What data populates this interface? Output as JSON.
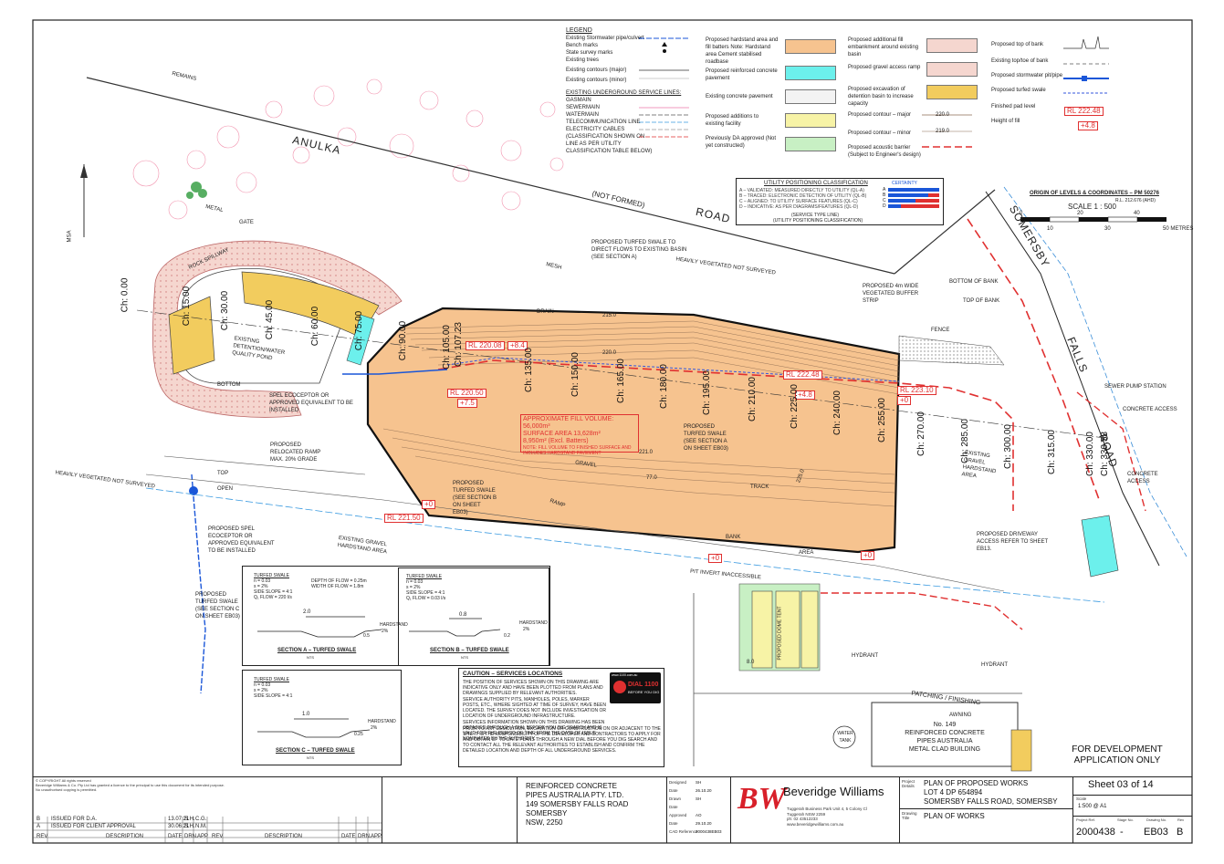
{
  "plan": {
    "road_anulka": "ANULKA",
    "road_not_formed": "(NOT FORMED)",
    "road_road": "ROAD",
    "somersby": "SOMERSBY",
    "falls": "FALLS",
    "road2": "ROAD",
    "msa": "MSA",
    "remains": "REMAINS",
    "rock_spillway": "ROCK SPILLWAY",
    "gate": "GATE",
    "metal": "METAL",
    "fence": "FENCE",
    "mesh": "MESH",
    "heavily_veg": "HEAVILY VEGETATED NOT SURVEYED",
    "heavily_veg_left": "HEAVILY VEGETATED NOT SURVEYED",
    "existing_detention": "EXISTING DETENTION/WATER QUALITY POND",
    "drain": "DRAIN",
    "bottom": "BOTTOM",
    "top": "TOP",
    "open": "OPEN",
    "gravel": "GRAVEL",
    "track": "TRACK",
    "ramp": "RAMP",
    "bank": "BANK",
    "area": "AREA",
    "existing_gravel_hardstand": "EXISTING GRAVEL HARDSTAND AREA",
    "existing_gravel_hardstand2": "EXISTING GRAVEL HARDSTAND AREA",
    "hydrant": "HYDRANT",
    "hydrant2": "HYDRANT",
    "sewer_pump": "SEWER PUMP STATION",
    "concrete_access": "CONCRETE ACCESS",
    "concrete_access2": "CONCRETE ACCESS",
    "bottom_of_bank": "BOTTOM OF BANK",
    "top_of_bank": "TOP OF BANK",
    "pit_invert": "PIT INVERT INACCESSIBLE",
    "patching": "PATCHING / FINISHING",
    "awning": "AWNING",
    "water_tank": "WATER TANK",
    "building_no": "No. 149",
    "building_l2": "REINFORCED CONCRETE",
    "building_l3": "PIPES AUSTRALIA",
    "building_l4": "METAL CLAD BUILDING",
    "proposed_dome_tent": "PROPOSED DOME TENT",
    "dim_8": "8.0",
    "proposed_swale_note": "PROPOSED TURFED SWALE TO DIRECT FLOWS TO EXISTING BASIN (SEE SECTION A)",
    "buffer_strip": "PROPOSED 4m WIDE VEGETATED BUFFER STRIP",
    "spel1": "SPEL ECOCEPTOR OR APPROVED EQUIVALENT TO BE INSTALLED",
    "relocated_ramp": "PROPOSED RELOCATED RAMP MAX. 20% GRADE",
    "spel2": "PROPOSED SPEL ECOCEPTOR OR APPROVED EQUIVALENT TO BE INSTALLED",
    "swale_c": "PROPOSED TURFED SWALE (SEE SECTION C ON SHEET EB03)",
    "swale_b": "PROPOSED TURFED SWALE (SEE SECTION B ON SHEET EB03)",
    "swale_a": "PROPOSED TURFED SWALE (SEE SECTION A ON SHEET EB03)",
    "driveway": "PROPOSED DRIVEWAY ACCESS REFER TO SHEET EB13.",
    "fill_volume": "APPROXIMATE FILL VOLUME: 56,000m³",
    "surface_area": "SURFACE AREA 13,628m²",
    "excl": "8,950m² (Excl. Batters)",
    "fill_note": "NOTE: FILL VOLUME TO FINISHED SURFACE AND INCLUDES HARDSTAND PAVEMENT",
    "rl_220_08": "RL 220.08",
    "rl_220_50": "RL 220.50",
    "rl_222_48": "RL 222.48",
    "rl_223_10": "RL 223.10",
    "rl_221_50": "RL 221.50",
    "h_8_4": "+8.4",
    "h_7_5": "+7.5",
    "h_4_8": "+4.8",
    "h_0a": "+0",
    "h_0b": "+0",
    "h_0c": "+0",
    "h_0d": "+0",
    "contour_215": "215.0",
    "contour_220": "220.0",
    "contour_225": "225.0",
    "contour_221": "221.0",
    "contour_77": "77.0",
    "ch": [
      "Ch: 0.00",
      "Ch: 15.00",
      "Ch: 30.00",
      "Ch: 45.00",
      "Ch: 60.00",
      "Ch: 75.00",
      "Ch: 90.00",
      "Ch: 105.00",
      "Ch: 107.23",
      "Ch: 135.00",
      "Ch: 150.00",
      "Ch: 165.00",
      "Ch: 180.00",
      "Ch: 195.00",
      "Ch: 210.00",
      "Ch: 225.00",
      "Ch: 240.00",
      "Ch: 255.00",
      "Ch: 270.00",
      "Ch: 285.00",
      "Ch: 300.00",
      "Ch: 315.00",
      "Ch: 330.00",
      "Ch: 330.58"
    ]
  },
  "legend": {
    "title": "LEGEND",
    "items": [
      "Existing Stormwater pipe/culvert",
      "Bench marks",
      "State survey marks",
      "Existing trees",
      "Existing contours (major)",
      "Existing contours (minor)"
    ],
    "services_title": "EXISTING UNDERGROUND SERVICE LINES:",
    "services": [
      "GASMAIN",
      "SEWERMAIN",
      "WATERMAIN",
      "TELECOMMUNICATION LINE",
      "ELECTRICITY CABLES"
    ],
    "services_note": "(CLASSIFICATION SHOWN ON LINE AS PER UTILITY CLASSIFICATION TABLE BELOW)",
    "col2": [
      "Proposed hardstand area and fill batters Note: Hardstand area Cement stabilised roadbase",
      "Proposed reinforced concrete pavement",
      "Existing concrete pavement",
      "Proposed additions to existing facility",
      "Previously DA approved (Not yet constructed)"
    ],
    "col3": [
      "Proposed additional fill embankment around existing basin",
      "Proposed gravel access ramp",
      "Proposed excavation of detention basin to increase capacity",
      "Proposed contour – major",
      "Proposed contour – minor",
      "Proposed acoustic barrier (Subject to Engineer's design)"
    ],
    "contour_major_val": "220.0",
    "contour_minor_val": "219.0",
    "col4": [
      "Proposed top of bank",
      "Existing top/toe of bank",
      "Proposed stormwater pit/pipe",
      "Proposed turfed swale",
      "Finished pad level",
      "Height of fill"
    ],
    "pad_level": "RL 222.48",
    "fill_height": "+4.8"
  },
  "utility": {
    "title": "UTILITY POSITIONING CLASSIFICATION",
    "certainty": "CERTAINTY",
    "rows": [
      "A – VALIDATED: MEASURED DIRECTLY TO UTILITY (QL-A)",
      "B – TRACED: ELECTRONIC DETECTION OF UTILITY (QL-B)",
      "C – ALIGNED: TO UTILITY SURFACE FEATURES (QL-C)",
      "D – INDICATIVE: AS PER DIAGRAMS/FEATURES (QL-D)"
    ],
    "codes": [
      "A",
      "B",
      "C",
      "D"
    ],
    "foot1": "(SERVICE TYPE LINE)",
    "foot2": "(UTILITY POSITIONING CLASSIFICATION)"
  },
  "scale": {
    "origin": "ORIGIN OF LEVELS & COORDINATES – PM 50276",
    "rl": "R.L. 212.676 (AHD)",
    "label": "SCALE   1 : 500",
    "top_ticks": [
      "0",
      "20",
      "40"
    ],
    "bottom_ticks": [
      "10",
      "30",
      "50 METRES"
    ]
  },
  "sections": {
    "a": {
      "title": "SECTION A – TURFED SWALE",
      "nts": "NTS",
      "head": "TURFED SWALE",
      "p1": "n = 0.03",
      "p2": "s = 2%",
      "p3": "SIDE SLOPE = 4:1",
      "p4": "Q₁ FLOW = 220 l/s",
      "p5": "DEPTH OF FLOW = 0.25m",
      "p6": "WIDTH OF FLOW = 1.8m",
      "width": "2.0",
      "hard": "HARDSTAND",
      "pct": "2%",
      "depth": "0.5"
    },
    "b": {
      "title": "SECTION B – TURFED SWALE",
      "nts": "NTS",
      "head": "TURFED SWALE",
      "p1": "n = 0.03",
      "p2": "s = 2%",
      "p3": "SIDE SLOPE = 4:1",
      "p4": "Q₁ FLOW = 0.03 l/s",
      "width": "0.8",
      "hard": "HARDSTAND",
      "pct": "2%",
      "depth": "0.2"
    },
    "c": {
      "title": "SECTION C – TURFED SWALE",
      "nts": "NTS",
      "head": "TURFED SWALE",
      "p1": "n = 0.03",
      "p2": "s = 2%",
      "p3": "SIDE SLOPE = 4:1",
      "width": "1.0",
      "hard": "HARDSTAND",
      "pct": "2%",
      "depth": "0.25"
    }
  },
  "caution": {
    "title": "CAUTION – SERVICES LOCATIONS",
    "dial": "DIAL 1100",
    "dial_sub": "BEFORE YOU DIG",
    "dial_web": "www.1100.com.au",
    "bullets": [
      "THE POSITION OF SERVICES SHOWN ON THIS DRAWING ARE INDICATIVE ONLY AND HAVE BEEN PLOTTED FROM PLANS AND DRAWINGS SUPPLIED BY RELEVANT AUTHORITIES.",
      "SERVICE AUTHORITY PITS, MANHOLES, POLES, MARKER POSTS, ETC., WHERE SIGHTED AT TIME OF SURVEY, HAVE BEEN LOCATED. THE SURVEY DOES NOT INCLUDE INVESTIGATION OR LOCATION OF UNDERGROUND INFRASTRUCTURE.",
      "SERVICES INFORMATION SHOWN ON THIS DRAWING HAS BEEN OBTAINED THROUGH A DIAL BEFORE YOU DIG SEARCH AND IS VALID FOR THE PERIOD OF TIME FROM THE DATE OF ISSUE NOMINATED BY THE AUTHORITY.",
      "PRIOR TO ANY DEMOLITION, EXCAVATION OR CONSTRUCTION ON OR ADJACENT TO THE SITE IT IS THE RESPONSIBILITY OF THE DEVELOPER AND CONTRACTORS TO APPLY FOR AND OBTAIN UP TO DATE PLANS THROUGH A NEW DIAL BEFORE YOU DIG SEARCH AND TO CONTACT ALL THE RELEVANT AUTHORITIES TO ESTABLISH AND CONFIRM THE DETAILED LOCATION AND DEPTH OF ALL UNDERGROUND SERVICES."
    ]
  },
  "status": {
    "l1": "FOR DEVELOPMENT",
    "l2": "APPLICATION ONLY"
  },
  "titleblock": {
    "copyright_title": "© COPYRIGHT All rights reserved",
    "copyright_l2": "Beveridge Williams & Co. Pty Ltd has granted a licence to the principal to use this document for its intended purpose.",
    "copyright_l3": "No unauthorised copying is permitted.",
    "rev_rows": [
      {
        "rev": "B",
        "desc": "ISSUED FOR D.A.",
        "date": "13.07.21",
        "drn": "S.H.",
        "app": "C.G."
      },
      {
        "rev": "A",
        "desc": "ISSUED FOR CLIENT APPROVAL",
        "date": "30.06.21",
        "drn": "S.H.",
        "app": "N.M."
      }
    ],
    "rev_head": [
      "REV",
      "DESCRIPTION",
      "DATE",
      "DRN.",
      "APP",
      "REV",
      "DESCRIPTION",
      "DATE",
      "DRN.",
      "APP"
    ],
    "client": [
      "REINFORCED CONCRETE",
      "PIPES AUSTRALIA PTY. LTD.",
      "149 SOMERSBY FALLS ROAD",
      "SOMERSBY",
      "NSW, 2250"
    ],
    "meta_labels": [
      "Designed",
      "Date",
      "Drawn",
      "Date",
      "Approved",
      "Date",
      "CAD Reference"
    ],
    "meta_vals": [
      "SH",
      "26.10.20",
      "SH",
      "",
      "AO",
      "29.10.20",
      "2000438EB03"
    ],
    "company": "Beveridge Williams",
    "logo": "BW",
    "address": [
      "Tuggerah Business Park Unit 4, 5 Colony Cl",
      "Tuggerah NSW 2259",
      "ph: 02 43512233",
      "www.beveridgewilliams.com.au"
    ],
    "project_label": "Project Details",
    "project": [
      "PLAN OF PROPOSED WORKS",
      "LOT 4 DP 654894",
      "SOMERSBY FALLS ROAD, SOMERSBY"
    ],
    "drawing_label": "Drawing Title",
    "drawing_title": "PLAN OF WORKS",
    "sheet": "Sheet  03 of 14",
    "scale_label": "Scale",
    "scale_val": "1:500 @ A1",
    "ref_labels": [
      "Project Ref.",
      "Stage No.",
      "Drawing No.",
      "Rev"
    ],
    "ref_vals": [
      "2000438",
      "-",
      "EB03",
      "B"
    ]
  },
  "colors": {
    "fill_area": "#f6c38f",
    "embankment": "#f5d6cf",
    "gravel_ramp": "#6cf0ec",
    "excavation": "#f2cc5e",
    "additions": "#f7f3a6",
    "da_approved": "#c8f0c4",
    "stormwater": "#1a56d8",
    "acoustic": "#e03030",
    "swale": "#3355dd"
  }
}
